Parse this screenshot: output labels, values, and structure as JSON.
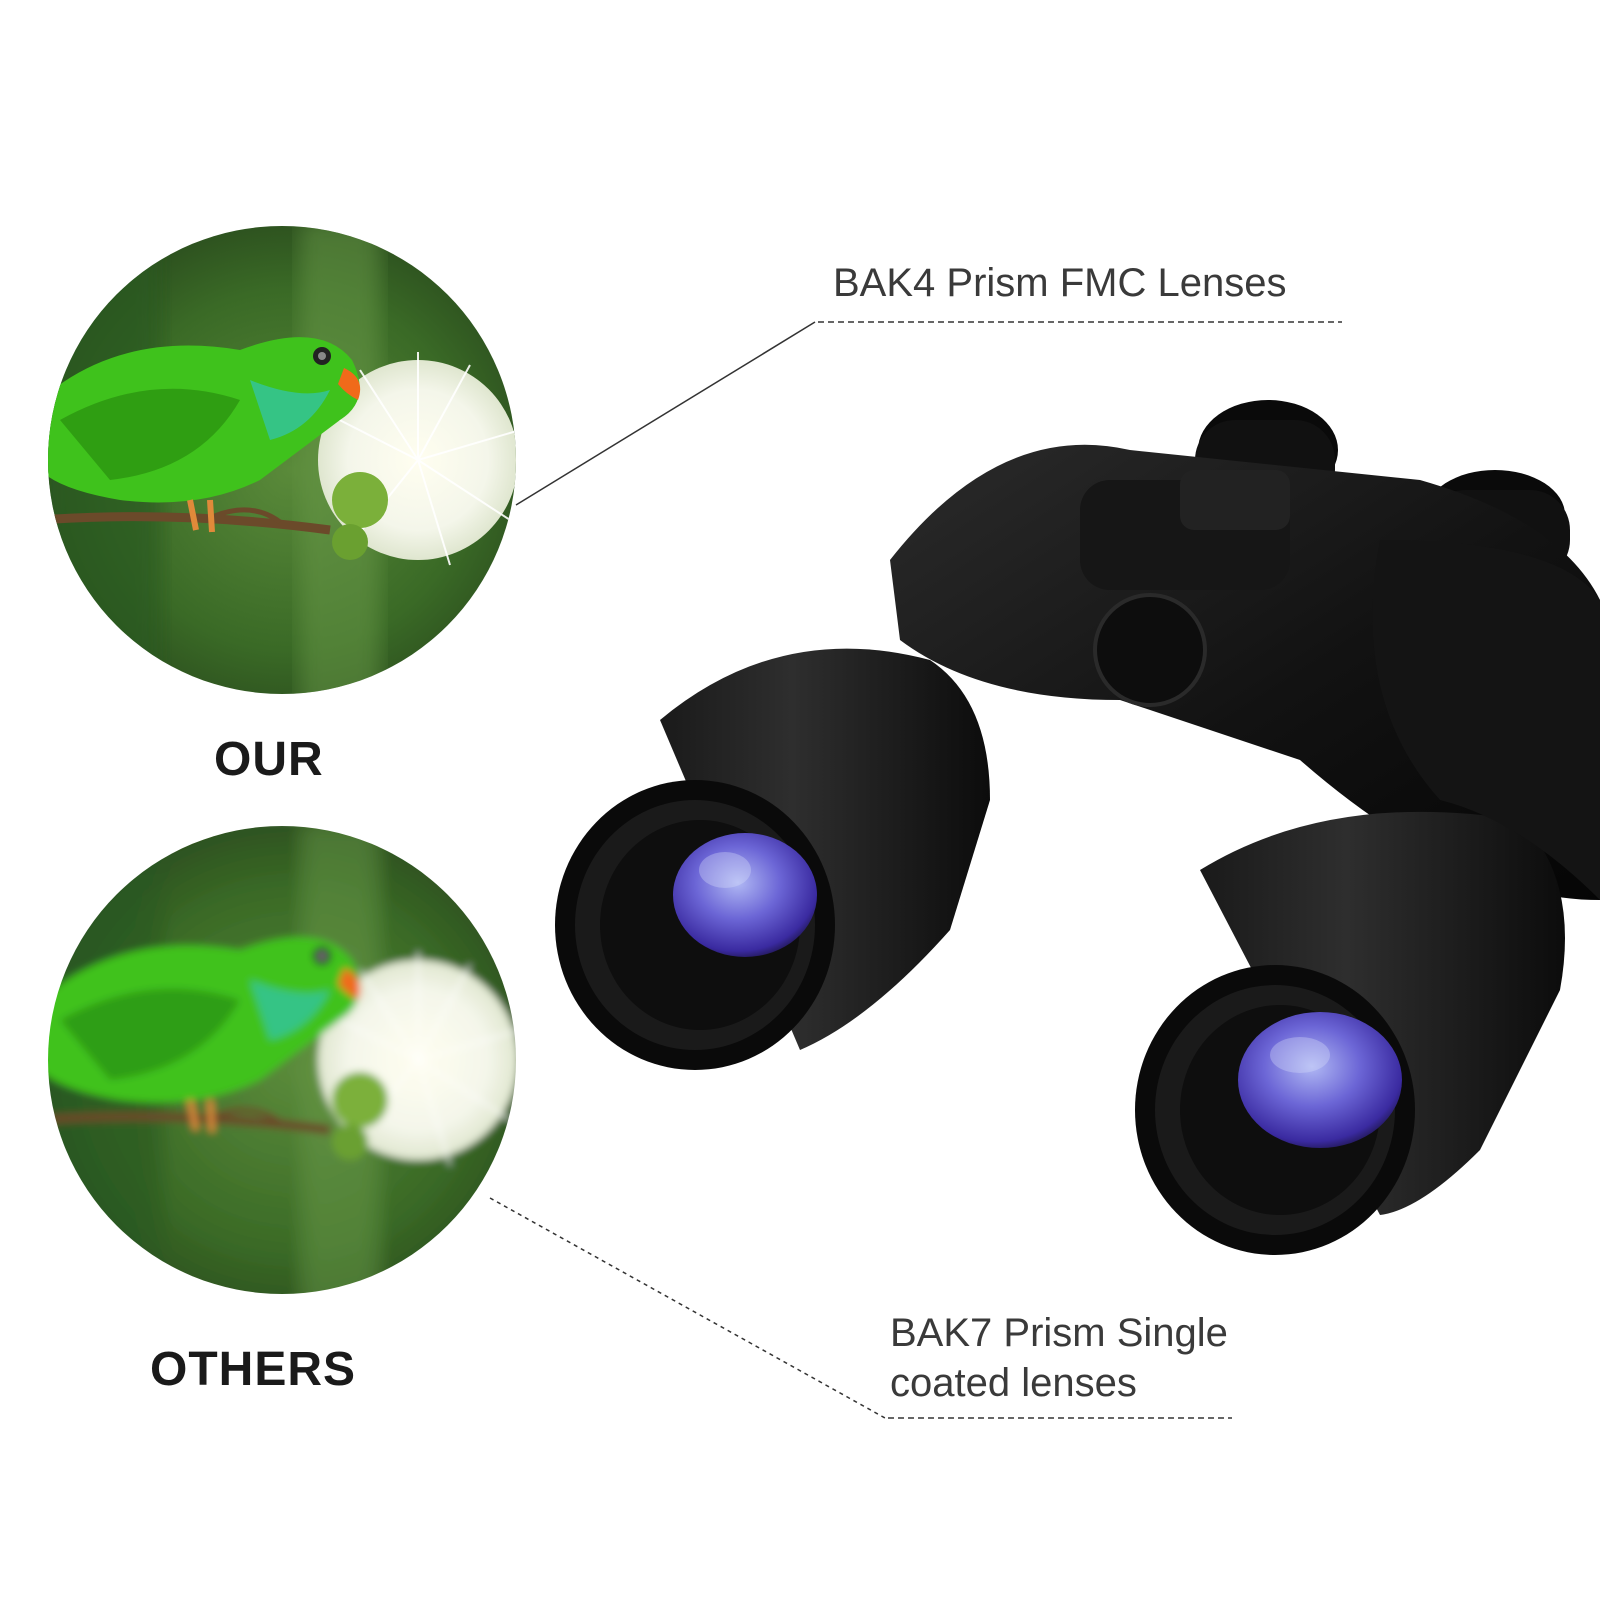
{
  "comparison": {
    "top_label": "OUR",
    "bottom_label": "OTHERS"
  },
  "callouts": {
    "top": "BAK4 Prism FMC Lenses",
    "bottom_line1": "BAK7 Prism Single",
    "bottom_line2": "coated lenses"
  },
  "colors": {
    "background": "#ffffff",
    "binocular_body": "#111111",
    "lens_coating": "#6a6ad8",
    "parrot_green": "#3fc21c",
    "foliage_green": "#3e6b28"
  }
}
